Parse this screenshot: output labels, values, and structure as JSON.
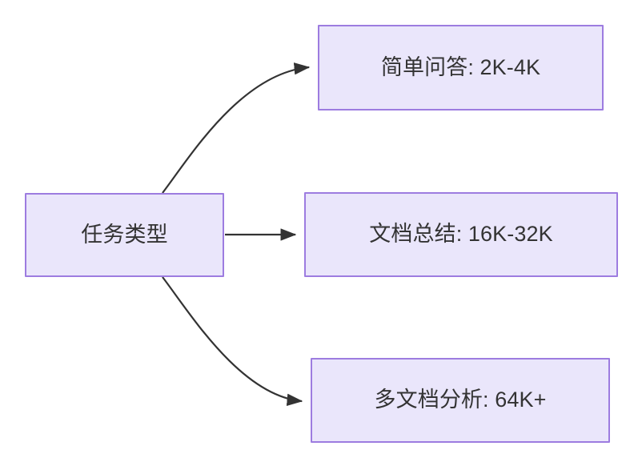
{
  "diagram": {
    "type": "flowchart",
    "direction": "left-to-right",
    "background_color": "#ffffff",
    "node_fill_color": "#eae6fb",
    "node_border_color": "#9d7ce0",
    "edge_color": "#333333",
    "text_color": "#333333",
    "nodes": [
      {
        "id": "root",
        "label": "任务类型"
      },
      {
        "id": "simple-qa",
        "label": "简单问答: 2K-4K"
      },
      {
        "id": "doc-summary",
        "label": "文档总结: 16K-32K"
      },
      {
        "id": "multi-doc",
        "label": "多文档分析: 64K+"
      }
    ],
    "edges": [
      {
        "id": "root-to-simple-qa",
        "from": "root",
        "to": "simple-qa",
        "label": "",
        "style": "curved",
        "arrowhead": "filled-triangle"
      },
      {
        "id": "root-to-doc-summary",
        "from": "root",
        "to": "doc-summary",
        "label": "",
        "style": "straight",
        "arrowhead": "filled-triangle"
      },
      {
        "id": "root-to-multi-doc",
        "from": "root",
        "to": "multi-doc",
        "label": "",
        "style": "curved",
        "arrowhead": "filled-triangle"
      }
    ]
  }
}
